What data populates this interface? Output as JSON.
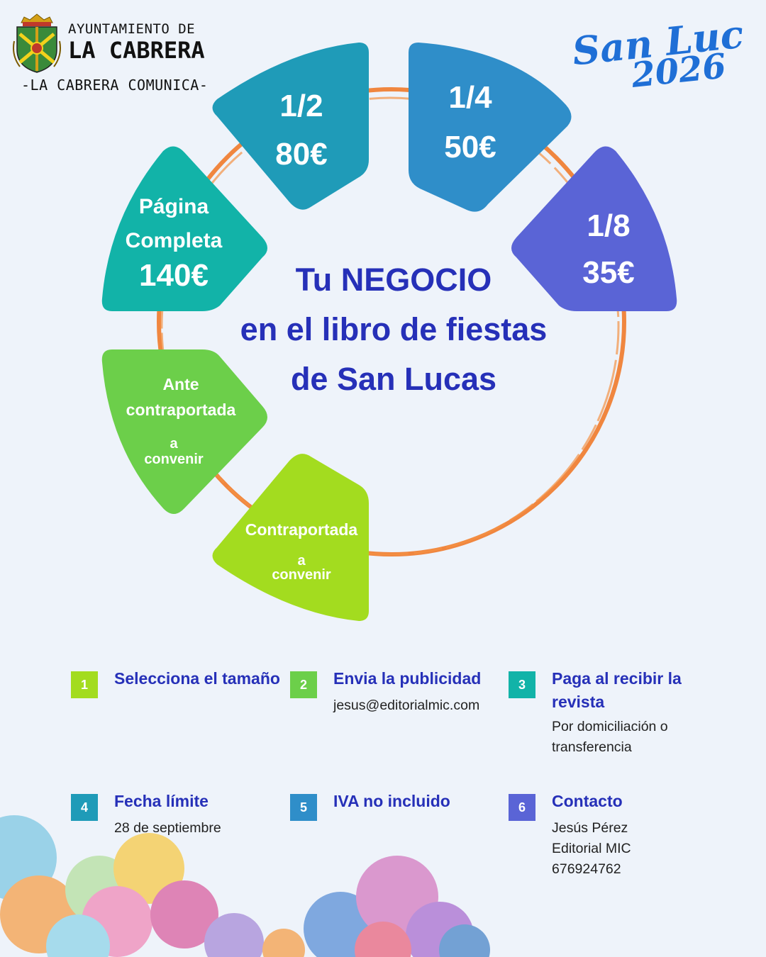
{
  "header": {
    "org_line1": "AYUNTAMIENTO DE",
    "org_line2": "LA CABRERA",
    "tagline": "-LA CABRERA COMUNICA-",
    "logo_icon": "coat-of-arms-icon",
    "brand_line1": "San Lucas",
    "brand_line2": "2026"
  },
  "segments": [
    {
      "id": "media",
      "lines": [
        "1/2",
        "80€"
      ],
      "color": "#1f9bb8"
    },
    {
      "id": "cuarto",
      "lines": [
        "1/4",
        "50€"
      ],
      "color": "#2f8ec9"
    },
    {
      "id": "octavo",
      "lines": [
        "1/8",
        "35€"
      ],
      "color": "#5a64d6"
    },
    {
      "id": "pagina",
      "lines": [
        "Página",
        "Completa",
        "140€"
      ],
      "color": "#12b3a8"
    },
    {
      "id": "ante",
      "lines": [
        "Ante",
        "contraportada",
        "a",
        "convenir"
      ],
      "color": "#6ccf4a"
    },
    {
      "id": "contra",
      "lines": [
        "Contraportada",
        "a",
        "convenir"
      ],
      "color": "#a3dc1f"
    }
  ],
  "headline": [
    "Tu NEGOCIO",
    "en el libro de fiestas",
    "de San Lucas"
  ],
  "colors": {
    "accent": "#2630b8",
    "ring": "#f07a2a",
    "background": "#eef3fa"
  },
  "steps": [
    {
      "number": "1",
      "title": "Selecciona el tamaño",
      "body": [],
      "color": "#a3dc1f"
    },
    {
      "number": "2",
      "title": "Envia la publicidad",
      "body": [
        "jesus@editorialmic.com"
      ],
      "color": "#6ccf4a"
    },
    {
      "number": "3",
      "title": "Paga al recibir la revista",
      "body": [
        "Por domiciliación o",
        "transferencia"
      ],
      "color": "#12b3a8"
    },
    {
      "number": "4",
      "title": "Fecha límite",
      "body": [
        "28 de septiembre"
      ],
      "color": "#1f9bb8"
    },
    {
      "number": "5",
      "title": "IVA no incluido",
      "body": [],
      "color": "#2f8ec9"
    },
    {
      "number": "6",
      "title": "Contacto",
      "body": [
        "Jesús Pérez",
        "Editorial MIC",
        "676924762"
      ],
      "color": "#5a64d6"
    }
  ]
}
